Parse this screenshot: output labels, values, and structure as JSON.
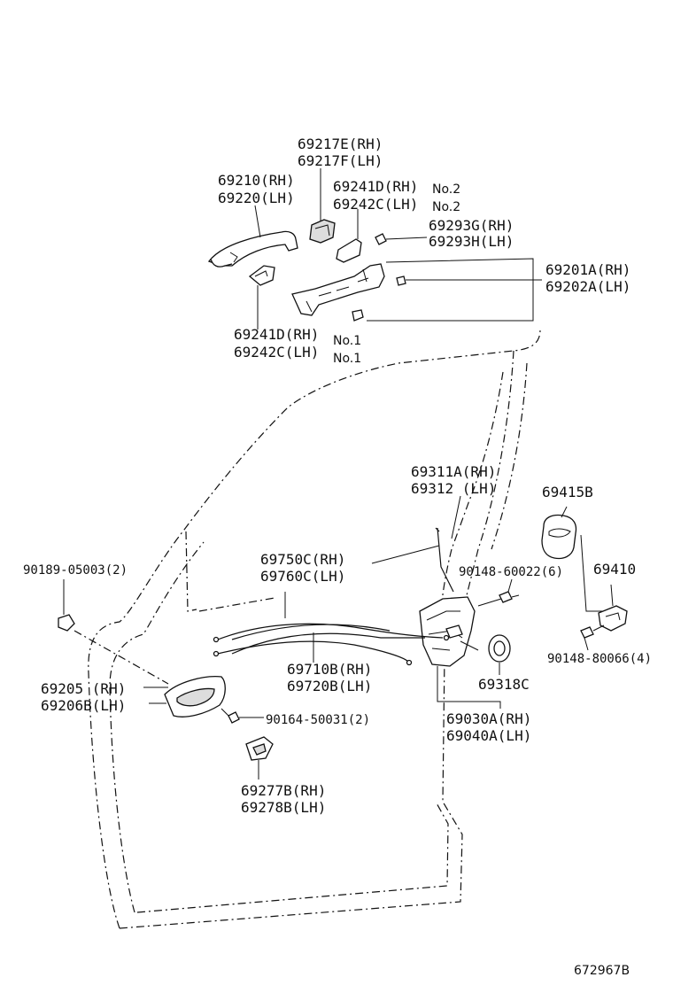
{
  "labels": {
    "p69217": {
      "rh": "69217E(RH)",
      "lh": "69217F(LH)"
    },
    "p69210": {
      "rh": "69210(RH)",
      "lh": "69220(LH)"
    },
    "p69241_no2": {
      "rh": "69241D(RH)",
      "lh": "69242C(LH)",
      "sub_rh": "No.2",
      "sub_lh": "No.2"
    },
    "p69293": {
      "rh": "69293G(RH)",
      "lh": "69293H(LH)"
    },
    "p69201": {
      "rh": "69201A(RH)",
      "lh": "69202A(LH)"
    },
    "p69241_no1": {
      "rh": "69241D(RH)",
      "lh": "69242C(LH)",
      "sub_rh": "No.1",
      "sub_lh": "No.1"
    },
    "p69311": {
      "rh": "69311A(RH)",
      "lh": "69312  (LH)"
    },
    "p69415": {
      "code": "69415B"
    },
    "p90189": {
      "code": "90189-05003(2)"
    },
    "p69750": {
      "rh": "69750C(RH)",
      "lh": "69760C(LH)"
    },
    "p90148a": {
      "code": "90148-60022(6)"
    },
    "p69410": {
      "code": "69410"
    },
    "p90148b": {
      "code": "90148-80066(4)"
    },
    "p69205": {
      "rh": "69205  (RH)",
      "lh": "69206B(LH)"
    },
    "p69710": {
      "rh": "69710B(RH)",
      "lh": "69720B(LH)"
    },
    "p69318": {
      "code": "69318C"
    },
    "p90164": {
      "code": "90164-50031(2)"
    },
    "p69030": {
      "rh": "69030A(RH)",
      "lh": "69040A(LH)"
    },
    "p69277": {
      "rh": "69277B(RH)",
      "lh": "69278B(LH)"
    }
  },
  "figure_id": "672967B"
}
